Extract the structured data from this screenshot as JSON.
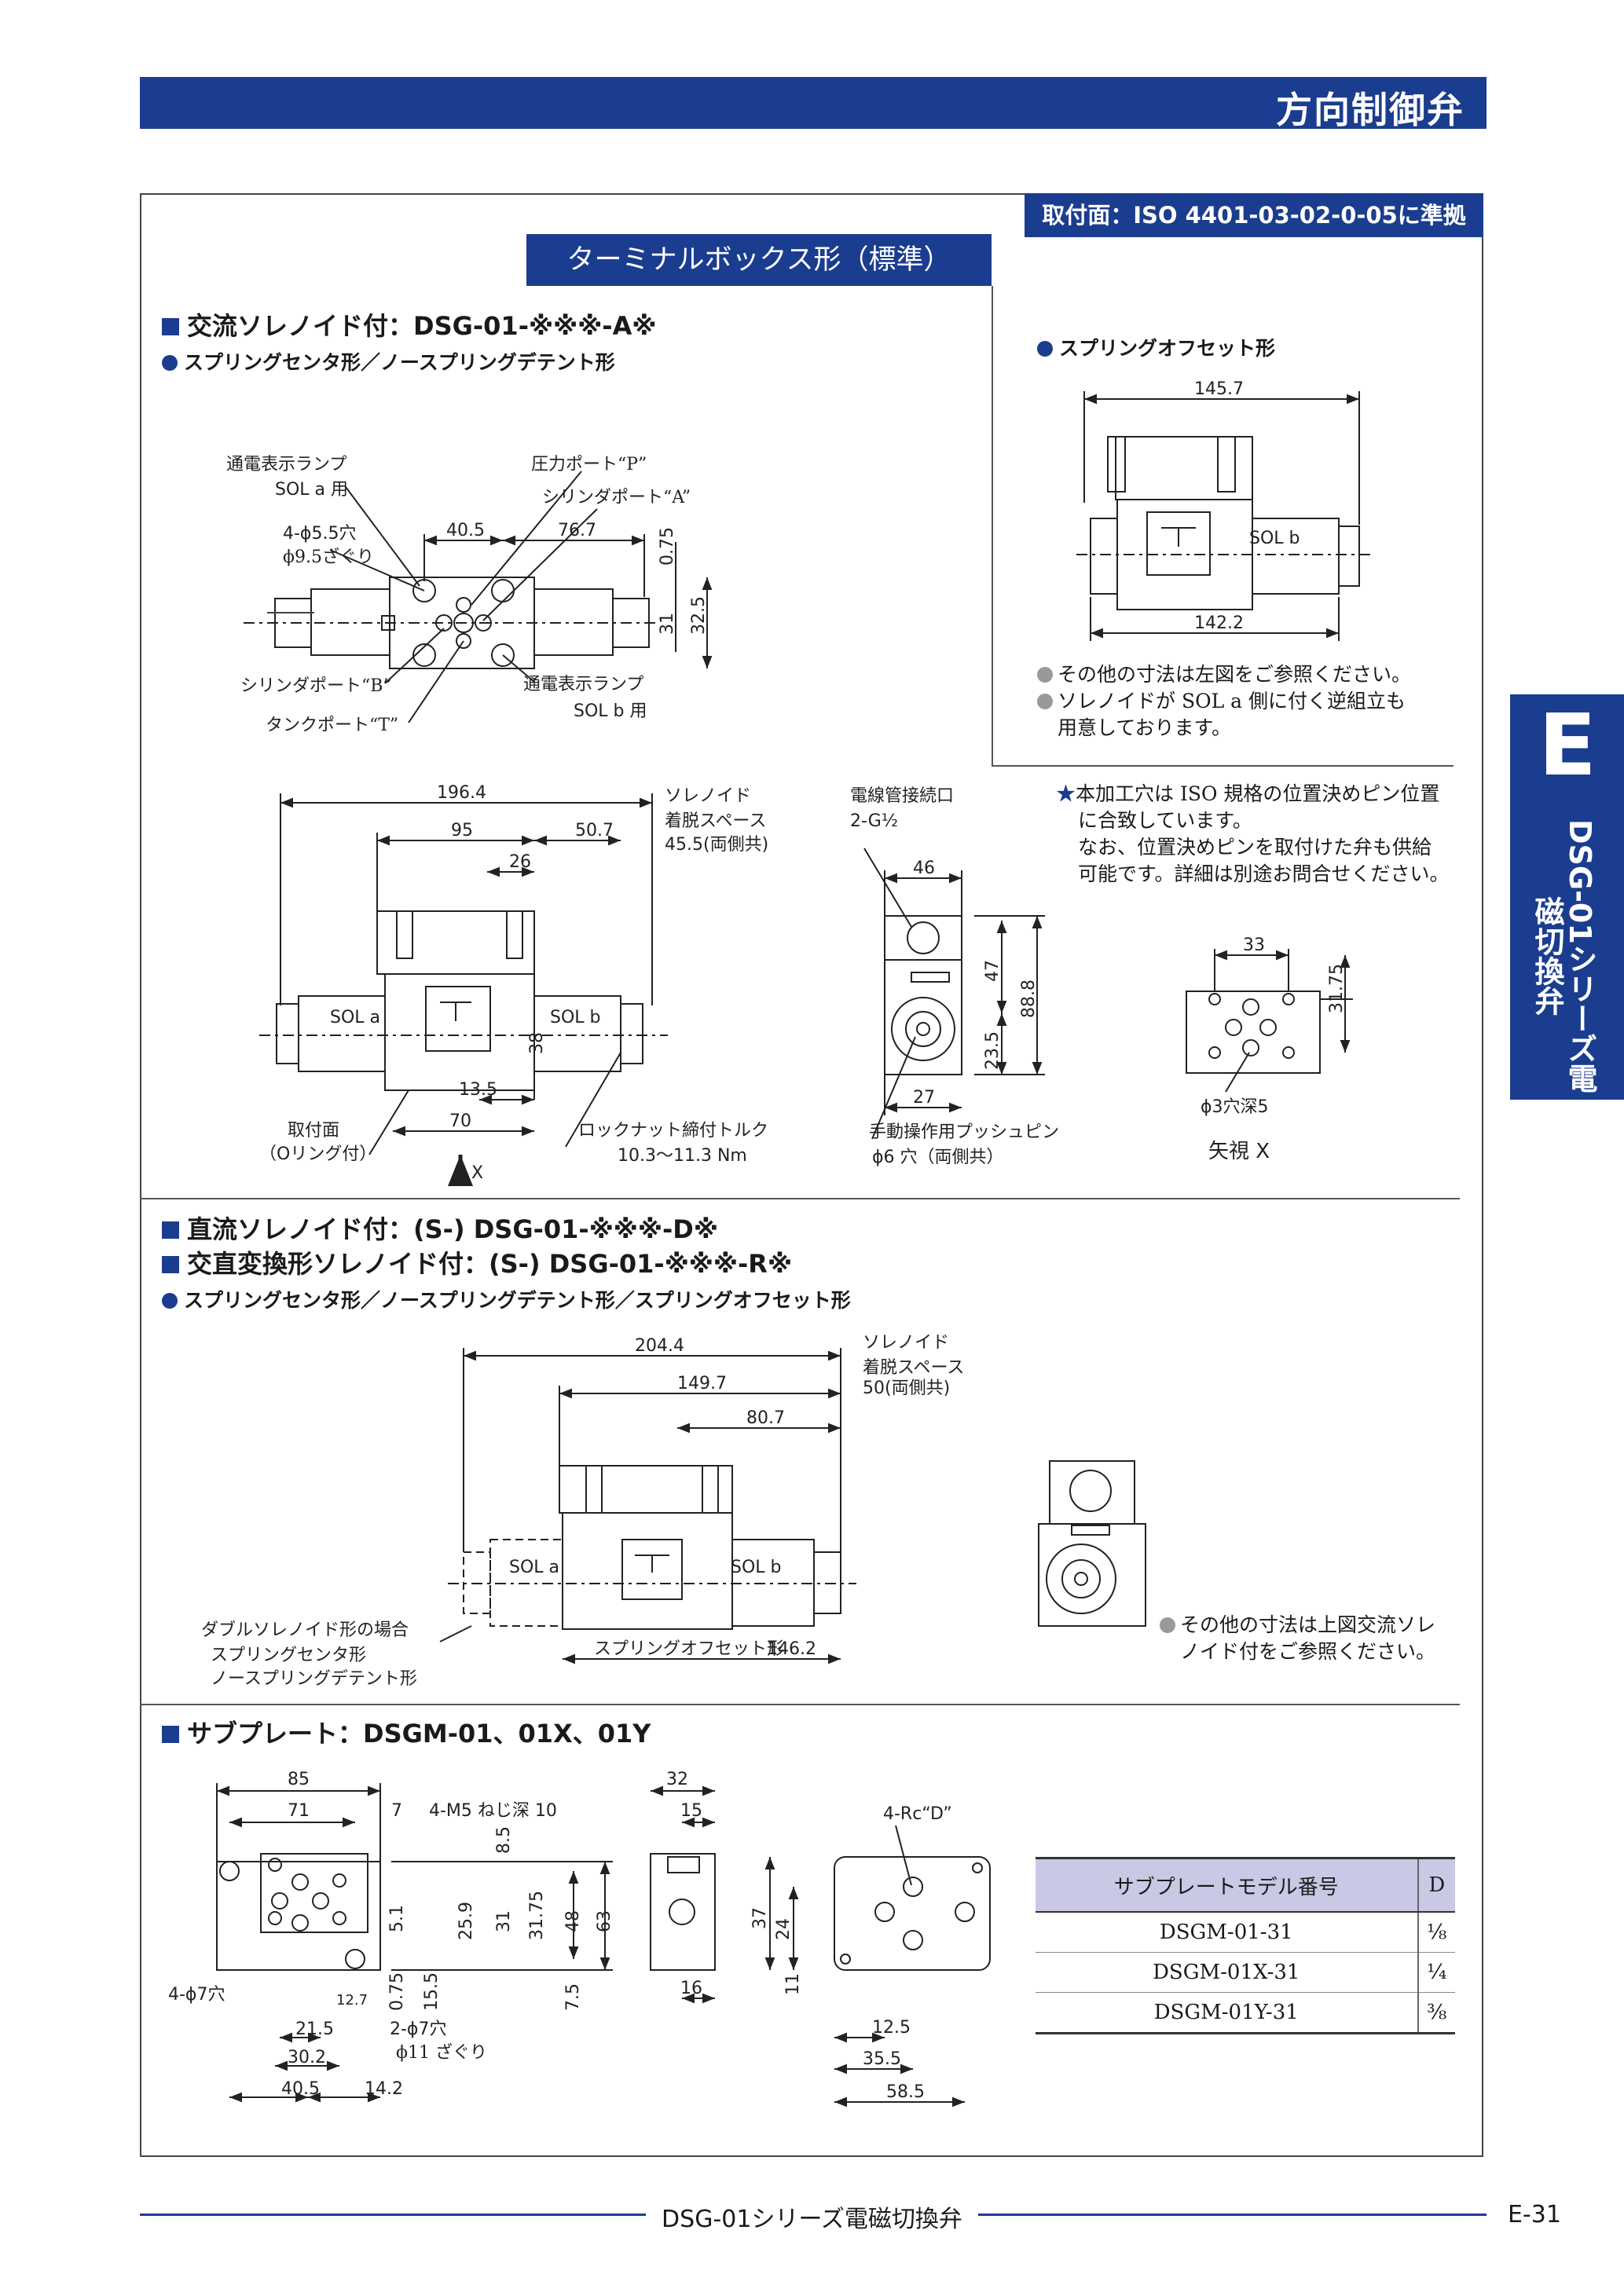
{
  "header": {
    "title": "方向制御弁"
  },
  "mounting": "取付面：ISO 4401-03-02-0-05に準拠",
  "box_title": "ターミナルボックス形（標準）",
  "section1": {
    "title": "交流ソレノイド付：DSG-01-※※※-A※",
    "subtitle": "スプリングセンタ形／ノースプリングデテント形",
    "top_view": {
      "lamp_a": "通電表示ランプ",
      "lamp_a_sub": "SOL a 用",
      "holes": "4-ϕ5.5穴",
      "counterbore": "ϕ9.5ざぐり",
      "port_p": "圧力ポート“P”",
      "port_a": "シリンダポート“A”",
      "port_b": "シリンダポート“B”",
      "port_t": "タンクポート“T”",
      "lamp_b": "通電表示ランプ",
      "lamp_b_sub": "SOL b 用",
      "d1": "40.5",
      "d2": "76.7",
      "d3": "0.75",
      "d4": "31",
      "d5": "32.5"
    },
    "front_view": {
      "d_total": "196.4",
      "d_95": "95",
      "d_507": "50.7",
      "d_26": "26",
      "d_38": "38",
      "d_135": "13.5",
      "d_70": "70",
      "sol_a": "SOL a",
      "sol_b": "SOL b",
      "space1": "ソレノイド",
      "space2": "着脱スペース",
      "space3": "45.5(両側共)",
      "mount1": "取付面",
      "mount2": "（Oリング付）",
      "torque1": "ロックナット締付トルク",
      "torque2": "10.3～11.3 Nm",
      "arrow_x": "X"
    },
    "side_view": {
      "conduit1": "電線管接続口",
      "conduit2": "2-G½",
      "d_46": "46",
      "d_47": "47",
      "d_888": "88.8",
      "d_235": "23.5",
      "d_27": "27",
      "push1": "手動操作用プッシュピン",
      "push2": "ϕ6 穴（両側共）"
    },
    "offset_title": "スプリングオフセット形",
    "offset_d1": "145.7",
    "offset_d2": "142.2",
    "offset_sol": "SOL b",
    "notes": [
      "その他の寸法は左図をご参照ください。",
      "ソレノイドが SOL a 側に付く逆組立も",
      "用意しております。"
    ],
    "star_note": [
      "本加工穴は ISO 規格の位置決めピン位置",
      "に合致しています。",
      "なお、位置決めピンを取付けた弁も供給",
      "可能です。詳細は別途お問合せください。"
    ],
    "view_x": {
      "d_33": "33",
      "d_3175": "31.75",
      "hole": "ϕ3穴深5",
      "caption": "矢視 X"
    }
  },
  "section2": {
    "title1": "直流ソレノイド付：(S-) DSG-01-※※※-D※",
    "title2": "交直変換形ソレノイド付：(S-) DSG-01-※※※-R※",
    "subtitle": "スプリングセンタ形／ノースプリングデテント形／スプリングオフセット形",
    "d_total": "204.4",
    "d_1497": "149.7",
    "d_807": "80.7",
    "space1": "ソレノイド",
    "space2": "着脱スペース",
    "space3": "50(両側共)",
    "sol_a": "SOL a",
    "sol_b": "SOL b",
    "double1": "ダブルソレノイド形の場合",
    "double2": "スプリングセンタ形",
    "double3": "ノースプリングデテント形",
    "offset_label": "スプリングオフセット形",
    "offset_dim": "146.2",
    "note": [
      "その他の寸法は上図交流ソレ",
      "ノイド付をご参照ください。"
    ]
  },
  "section3": {
    "title": "サブプレート：DSGM-01、01X、01Y",
    "dims": {
      "d85": "85",
      "d71": "71",
      "d7": "7",
      "m5": "4-M5 ねじ深 10",
      "d85v": "8.5",
      "d51": "5.1",
      "d259": "25.9",
      "d31": "31",
      "d3175": "31.75",
      "d48": "48",
      "d63": "63",
      "d075": "0.75",
      "d155": "15.5",
      "d75": "7.5",
      "d127": "12.7",
      "d215": "21.5",
      "d302": "30.2",
      "d405": "40.5",
      "d142": "14.2",
      "holes7": "4-ϕ7穴",
      "holes2": "2-ϕ7穴",
      "cb11": "ϕ11 ざぐり",
      "d32": "32",
      "d15": "15",
      "d16": "16",
      "rc": "4-Rc“D”",
      "d37": "37",
      "d24": "24",
      "d11": "11",
      "d125": "12.5",
      "d355": "35.5",
      "d585": "58.5"
    },
    "table": {
      "headers": [
        "サブプレートモデル番号",
        "D"
      ],
      "rows": [
        [
          "DSGM-01-31",
          "⅛"
        ],
        [
          "DSGM-01X-31",
          "¼"
        ],
        [
          "DSGM-01Y-31",
          "⅜"
        ]
      ]
    }
  },
  "side_tab": {
    "letter": "E",
    "text": "DSG-01シリーズ電磁切換弁"
  },
  "footer": {
    "text": "DSG-01シリーズ電磁切換弁",
    "page": "E-31"
  },
  "colors": {
    "brand": "#1b3d8f",
    "table_header": "#c9c9e6"
  }
}
